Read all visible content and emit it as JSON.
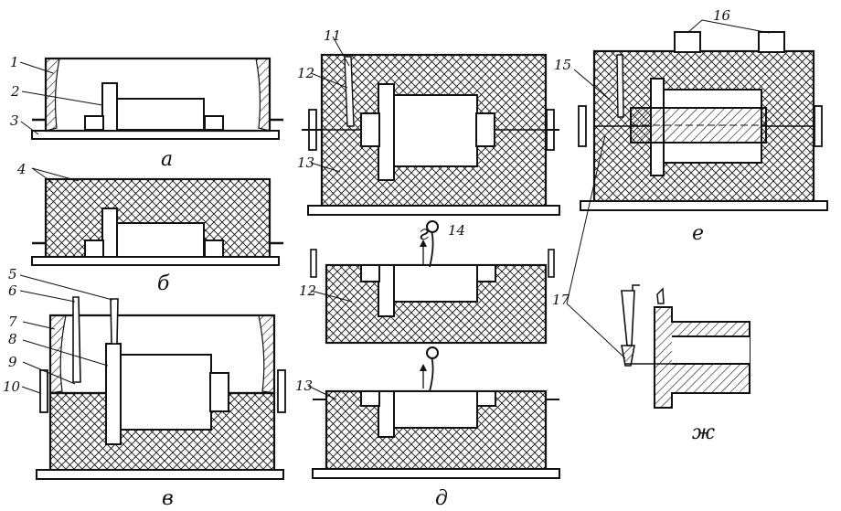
{
  "stages": {
    "a": "а",
    "b": "б",
    "v": "в",
    "g": "г",
    "d": "д",
    "e": "е",
    "zh": "ж"
  },
  "numbers": {
    "n1": "1",
    "n2": "2",
    "n3": "3",
    "n4": "4",
    "n5": "5",
    "n6": "6",
    "n7": "7",
    "n8": "8",
    "n9": "9",
    "n10": "10",
    "n11": "11",
    "n12": "12",
    "n13": "13",
    "n14": "14",
    "n15": "15",
    "n16": "16",
    "n17": "17",
    "n12b": "12",
    "n13b": "13"
  },
  "colors": {
    "ink": "#111111",
    "sand": "#ffffff"
  }
}
